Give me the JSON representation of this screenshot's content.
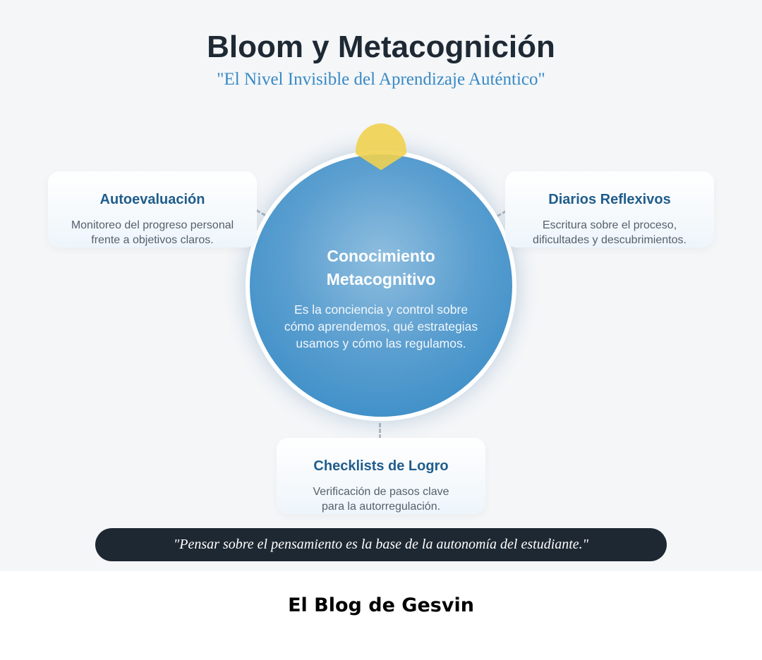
{
  "header": {
    "title": "Bloom y Metacognición",
    "subtitle": "\"El Nivel Invisible del Aprendizaje Auténtico\""
  },
  "center": {
    "title_line1": "Conocimiento",
    "title_line2": "Metacognitivo",
    "text": "Es la conciencia y control sobre cómo aprendemos, qué estrategias usamos y cómo las regulamos."
  },
  "cards": [
    {
      "title": "Autoevaluación",
      "text": "Monitoreo del progreso personal frente a objetivos claros."
    },
    {
      "title": "Diarios Reflexivos",
      "text": "Escritura sobre el proceso, dificultades y descubrimientos."
    },
    {
      "title": "Checklists de Logro",
      "text": "Verificación de pasos clave para la autorregulación."
    }
  ],
  "quote": "\"Pensar sobre el pensamiento es la base de la autonomía del estudiante.\"",
  "footer": "El Blog de Gesvin"
}
